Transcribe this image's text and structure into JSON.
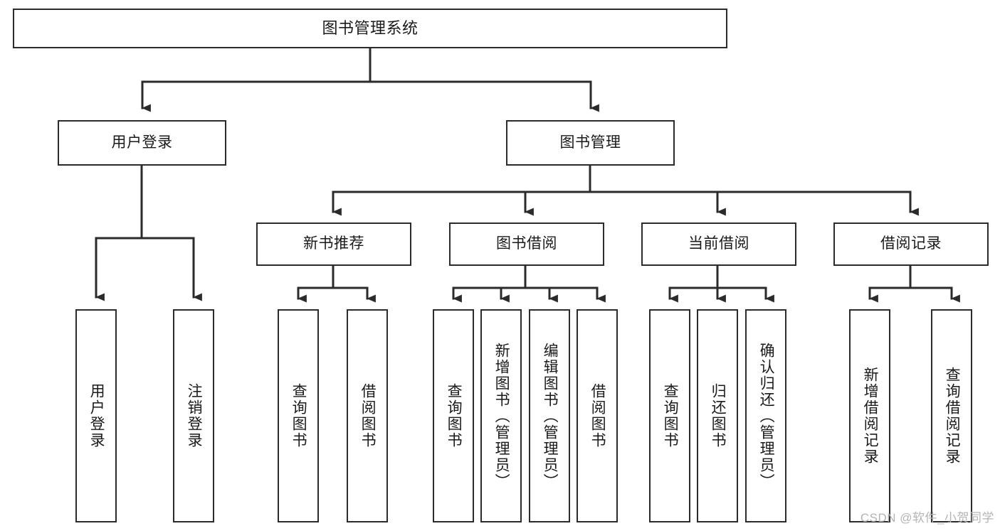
{
  "diagram": {
    "title": "图书管理系统",
    "watermark": "CSDN @软件_小贺同学",
    "colors": {
      "box_border": "#2b2b2b",
      "box_fill": "#ffffff",
      "edge": "#2b2b2b",
      "text": "#1a1a1a",
      "watermark": "#b4b4b4",
      "background": "#ffffff"
    },
    "root": {
      "label": "图书管理系统"
    },
    "level1": [
      {
        "label": "用户登录"
      },
      {
        "label": "图书管理"
      }
    ],
    "level2": [
      {
        "label": "新书推荐"
      },
      {
        "label": "图书借阅"
      },
      {
        "label": "当前借阅"
      },
      {
        "label": "借阅记录"
      }
    ],
    "leaves": {
      "user_login": [
        {
          "label": "用户登录"
        },
        {
          "label": "注销登录"
        }
      ],
      "new_book_recommend": [
        {
          "label": "查询图书"
        },
        {
          "label": "借阅图书"
        }
      ],
      "book_borrow": [
        {
          "label": "查询图书"
        },
        {
          "label": "新增图书（管理员）"
        },
        {
          "label": "编辑图书（管理员）"
        },
        {
          "label": "借阅图书"
        }
      ],
      "current_borrow": [
        {
          "label": "查询图书"
        },
        {
          "label": "归还图书"
        },
        {
          "label": "确认归还（管理员）"
        }
      ],
      "borrow_record": [
        {
          "label": "新增借阅记录"
        },
        {
          "label": "查询借阅记录"
        }
      ]
    }
  }
}
